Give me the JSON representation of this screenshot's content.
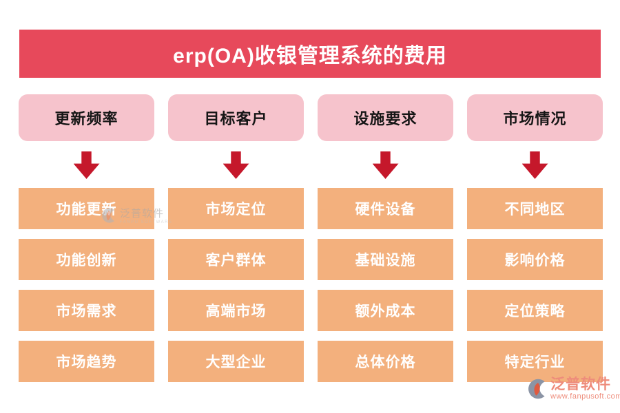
{
  "title": {
    "text": "erp(OA)收银管理系统的费用"
  },
  "columns": [
    {
      "header": "更新频率",
      "items": [
        "功能更新",
        "功能创新",
        "市场需求",
        "市场趋势"
      ]
    },
    {
      "header": "目标客户",
      "items": [
        "市场定位",
        "客户群体",
        "高端市场",
        "大型企业"
      ]
    },
    {
      "header": "设施要求",
      "items": [
        "硬件设备",
        "基础设施",
        "额外成本",
        "总体价格"
      ]
    },
    {
      "header": "市场情况",
      "items": [
        "不同地区",
        "影响价格",
        "定位策略",
        "特定行业"
      ]
    }
  ],
  "watermarks": {
    "inline": {
      "brand": "泛普软件",
      "sub": "FANPU SOFTWARE"
    },
    "corner": {
      "brand": "泛普软件",
      "sub": "www.fanpusoft.com"
    }
  },
  "colors": {
    "banner-bg": "#e7495b",
    "banner-text": "#ffffff",
    "header-bg": "#f6c3cc",
    "header-text": "#161616",
    "arrow-red": "#c5182b",
    "item-bg": "#f3b07d",
    "item-text": "#ffffff",
    "wm-gray": "#a7a7a7",
    "wm-salmon": "#ee8c7b"
  }
}
